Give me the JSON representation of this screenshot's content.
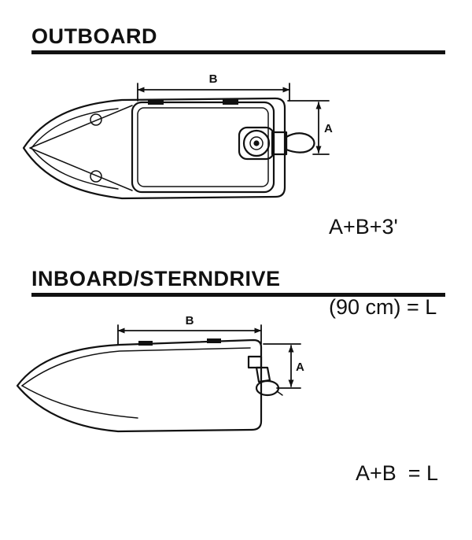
{
  "sections": [
    {
      "title": "OUTBOARD",
      "dim_b": "B",
      "dim_a": "A",
      "formula_lines": [
        "A+B+3'",
        "(90 cm) = L"
      ]
    },
    {
      "title": "INBOARD/STERNDRIVE",
      "dim_b": "B",
      "dim_a": "A",
      "formula_lines": [
        "A+B  = L"
      ]
    }
  ]
}
